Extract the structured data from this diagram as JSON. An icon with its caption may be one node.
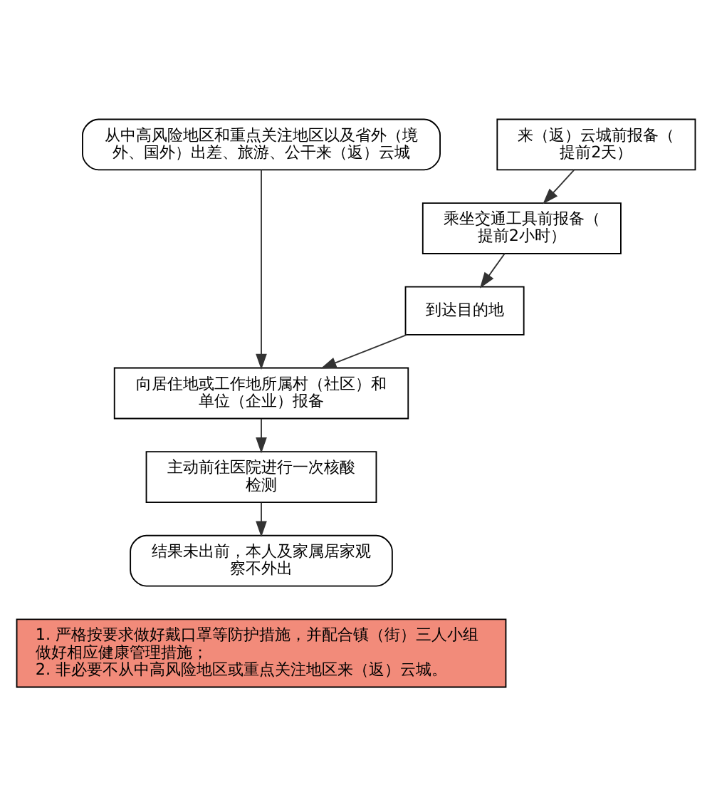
{
  "diagram": {
    "nodes": [
      {
        "text": [
          "从中高风险地区和重点关注地区以及省外（境外、国外）出差、旅游、公干来（返）云城"
        ]
      },
      {
        "text": [
          "来（返）云城前报备（提前2天）"
        ]
      },
      {
        "text": [
          "乘坐交通工具前报备（提前2小时）"
        ]
      },
      {
        "text": [
          "到达目的地"
        ]
      },
      {
        "text": [
          "向居住地或工作地所属村（社区）和单位（企业）报备"
        ]
      },
      {
        "text": [
          "主动前往医院进行一次核酸检测"
        ]
      },
      {
        "text": [
          "结果未出前，本人及家属居家观察不外出"
        ]
      },
      {
        "text": [
          "1. 严格按要求做好戴口罩等防护措施，并配合镇（街）三人小组做好相应健康管理措施；",
          "2. 非必要不从中高风险地区或重点关注地区来（返）云城。"
        ]
      }
    ],
    "edges": [
      {
        "from": 0,
        "to": 4,
        "arrow": "to"
      },
      {
        "from": 1,
        "to": 2,
        "arrow": "to"
      },
      {
        "from": 2,
        "to": 3,
        "arrow": "to"
      },
      {
        "from": 3,
        "to": 4,
        "arrow": "to"
      },
      {
        "from": 4,
        "to": 5,
        "arrow": "to"
      },
      {
        "from": 5,
        "to": 6,
        "arrow": "to"
      }
    ]
  }
}
